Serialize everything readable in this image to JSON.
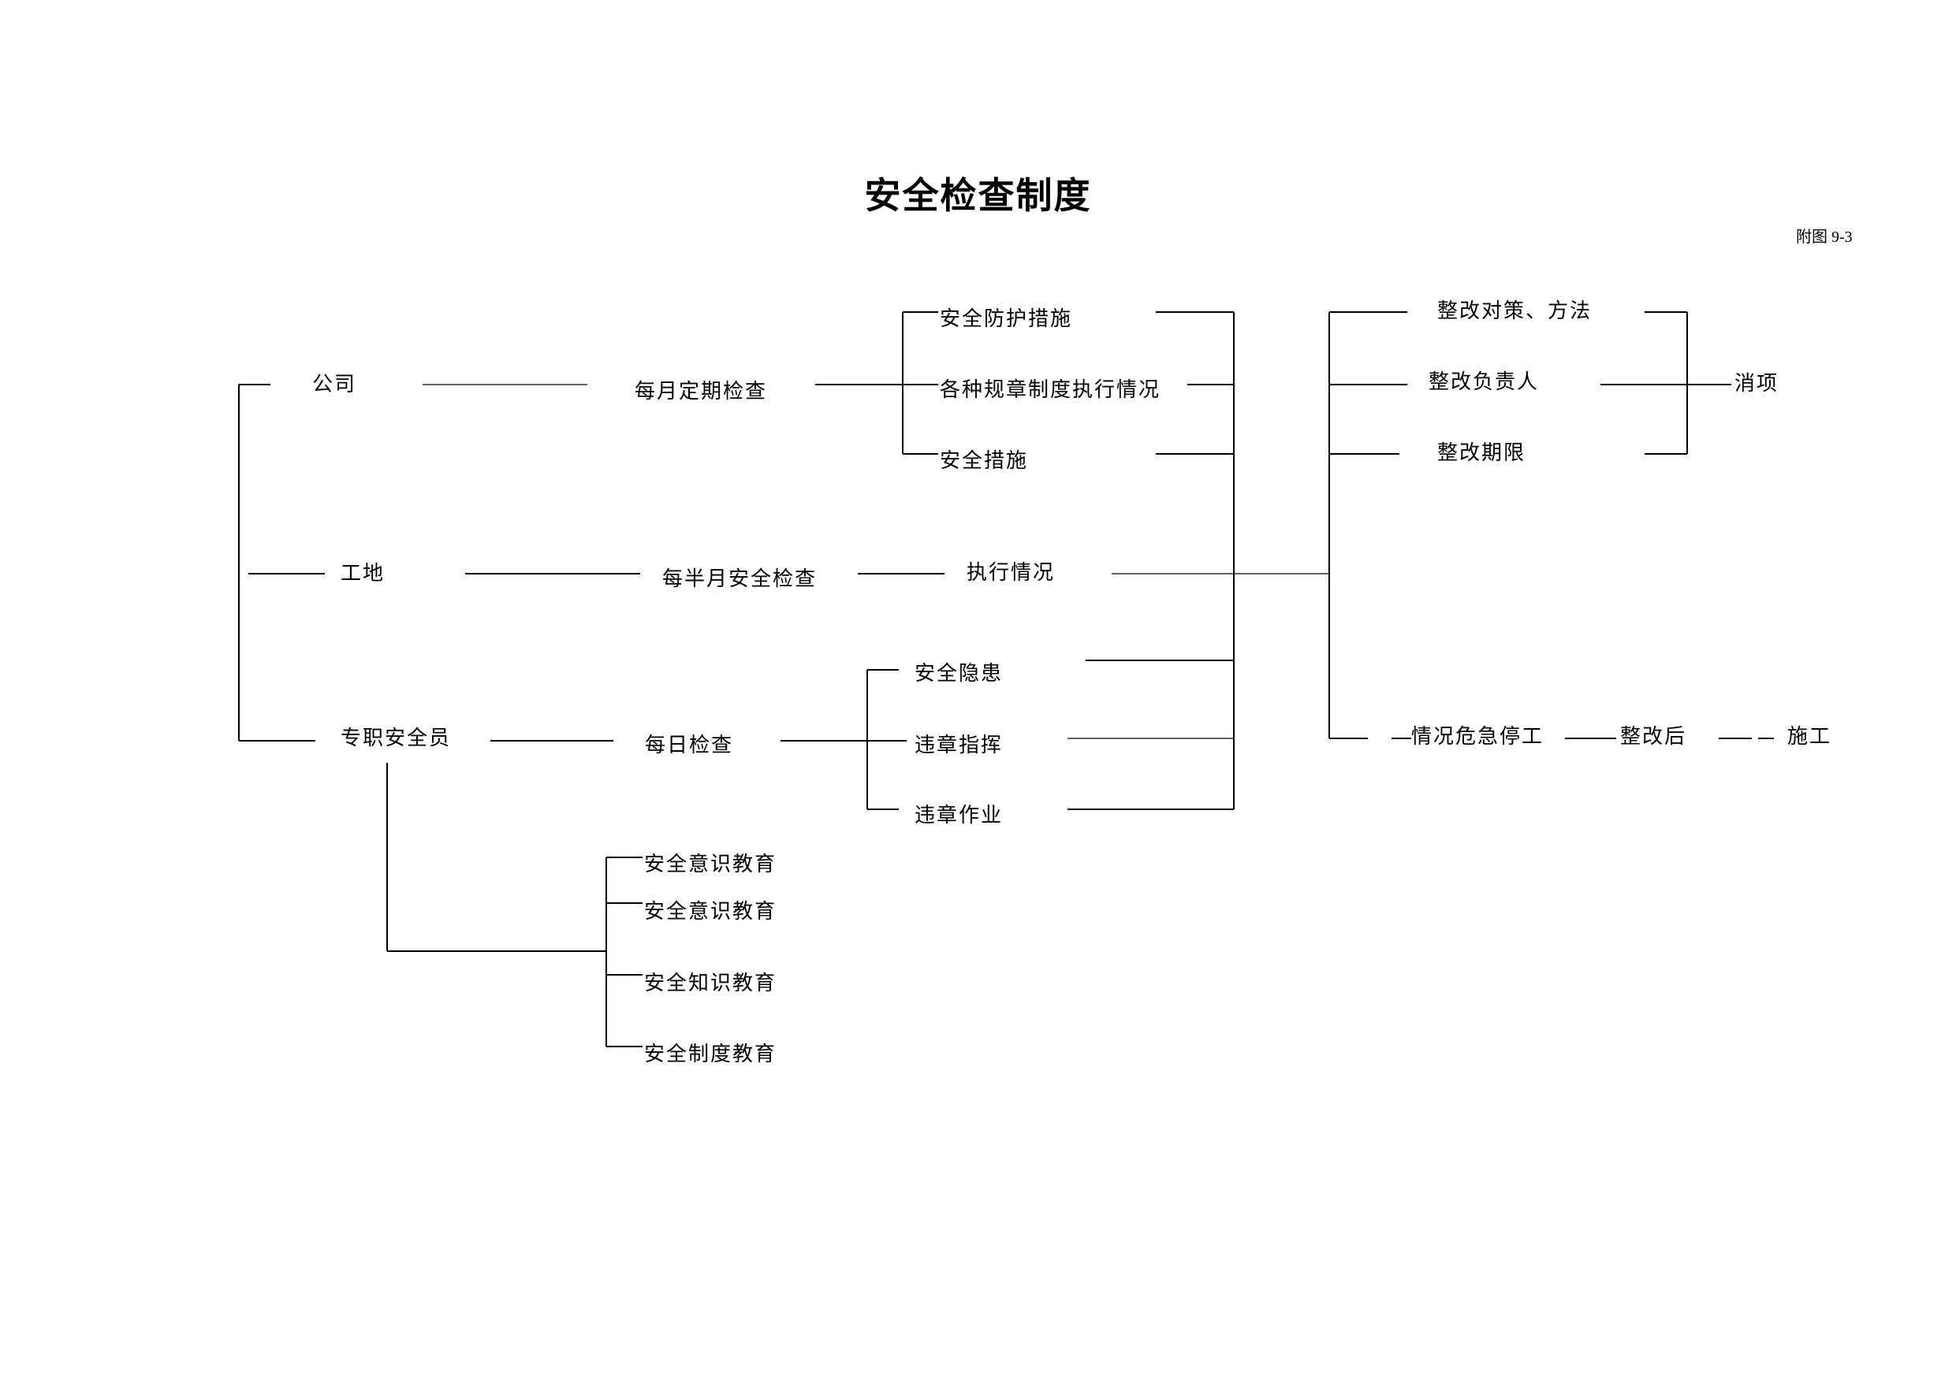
{
  "title": "安全检查制度",
  "figure_label": "附图 9-3",
  "nodes": {
    "company": "公司",
    "site": "工地",
    "safety_officer": "专职安全员",
    "monthly_check": "每月定期检查",
    "biweekly_check": "每半月安全检查",
    "daily_check": "每日检查",
    "protection": "安全防护措施",
    "rules_execution": "各种规章制度执行情况",
    "safety_measures": "安全措施",
    "execution_status": "执行情况",
    "hazards": "安全隐患",
    "violation_command": "违章指挥",
    "violation_work": "违章作业",
    "edu_awareness_1": "安全意识教育",
    "edu_awareness_2": "安全意识教育",
    "edu_knowledge": "安全知识教育",
    "edu_system": "安全制度教育",
    "rectify_methods": "整改对策、方法",
    "rectify_owner": "整改负责人",
    "rectify_deadline": "整改期限",
    "close_item": "消项",
    "emergency_stop": "情况危急停工",
    "after_rectify": "整改后",
    "construction": "施工"
  }
}
